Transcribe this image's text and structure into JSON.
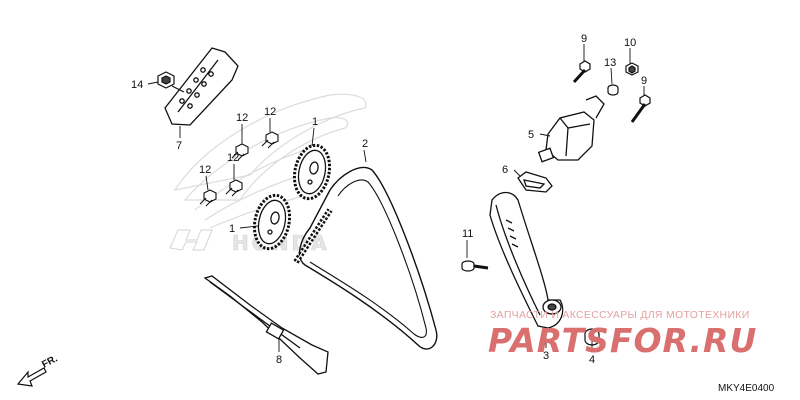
{
  "diagram": {
    "callouts": [
      "14",
      "7",
      "12",
      "12",
      "12",
      "12",
      "1",
      "1",
      "2",
      "9",
      "10",
      "13",
      "9",
      "5",
      "6",
      "11",
      "8",
      "3",
      "4"
    ],
    "direction_label": "FR.",
    "diagram_code": "MKY4E0400",
    "logo_text": "HONDA"
  },
  "watermark": {
    "tagline": "ЗАПЧАСТИ И АКСЕССУАРЫ ДЛЯ МОТОТЕХНИКИ",
    "brand": "PARTSFOR.RU"
  },
  "colors": {
    "line": "#111111",
    "logo": "#dddddd",
    "watermark": "#d96f6f"
  }
}
